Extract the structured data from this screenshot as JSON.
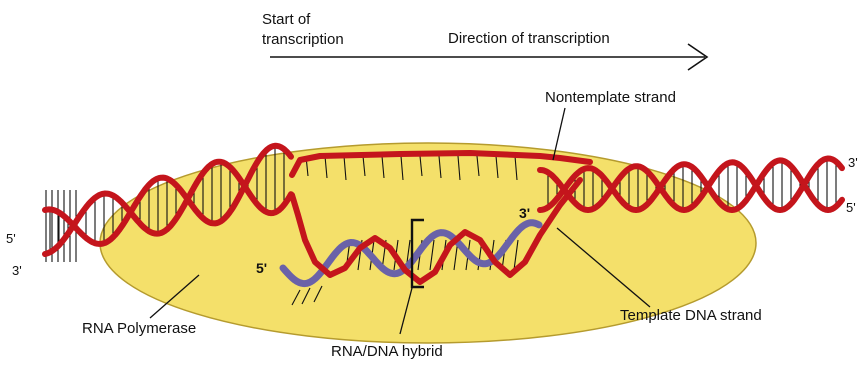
{
  "labels": {
    "start_line1": "Start of",
    "start_line2": "transcription",
    "direction": "Direction of transcription",
    "nontemplate": "Nontemplate strand",
    "template": "Template DNA strand",
    "polymerase": "RNA Polymerase",
    "hybrid": "RNA/DNA hybrid"
  },
  "ends": {
    "left_top": "5'",
    "left_bottom": "3'",
    "right_top": "3'",
    "right_bottom": "5'",
    "rna_5": "5'",
    "template_3": "3'"
  },
  "colors": {
    "dna": "#c4151c",
    "rna": "#6a62a8",
    "polymerase_fill": "#f4e06a",
    "polymerase_stroke": "#b59b2e",
    "outline": "#111111"
  }
}
